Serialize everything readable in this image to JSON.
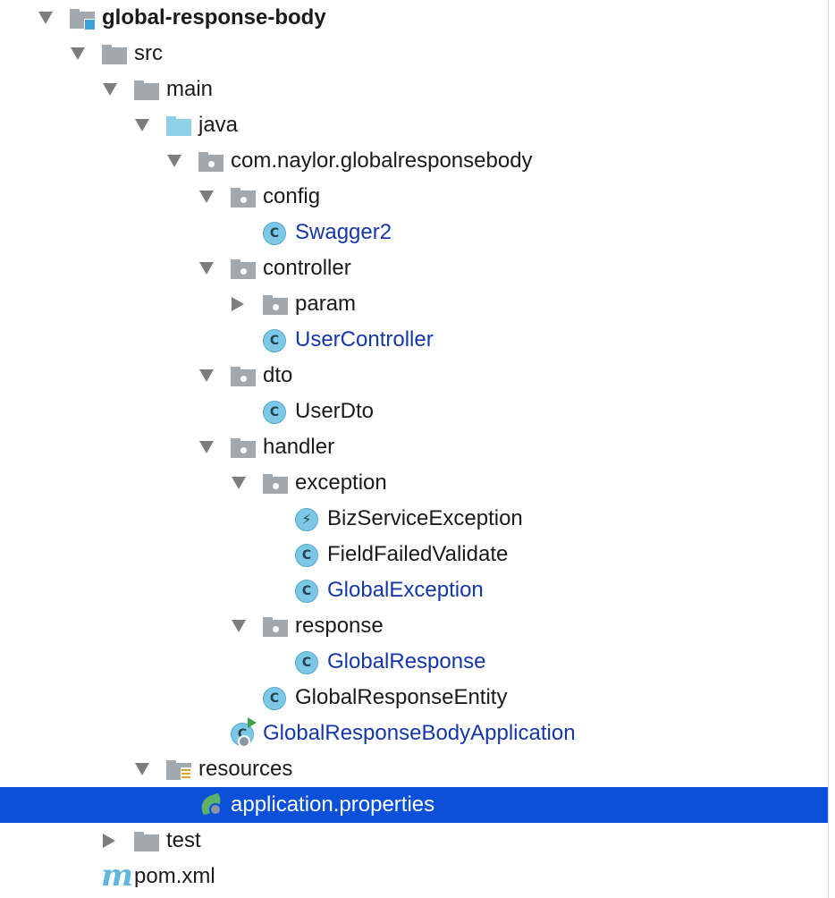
{
  "tree": {
    "project": "global-response-body",
    "src": "src",
    "main": "main",
    "java": "java",
    "package": "com.naylor.globalresponsebody",
    "config": "config",
    "swagger2": "Swagger2",
    "controller": "controller",
    "param": "param",
    "user_controller": "UserController",
    "dto": "dto",
    "user_dto": "UserDto",
    "handler": "handler",
    "exception": "exception",
    "biz_service_exception": "BizServiceException",
    "field_failed_validate": "FieldFailedValidate",
    "global_exception": "GlobalException",
    "response": "response",
    "global_response": "GlobalResponse",
    "global_response_entity": "GlobalResponseEntity",
    "application_class": "GlobalResponseBodyApplication",
    "resources": "resources",
    "application_properties": "application.properties",
    "test": "test",
    "pom": "pom.xml"
  },
  "icons": {
    "class": "C",
    "exception": "⚡",
    "maven": "m"
  },
  "colors": {
    "selection": "#0b50d8",
    "modified_text": "#1537a8",
    "folder": "#a1a9af",
    "source_folder": "#8fcfe7",
    "class_icon": "#7cc7e6"
  },
  "state": {
    "selected_item": "application.properties"
  }
}
